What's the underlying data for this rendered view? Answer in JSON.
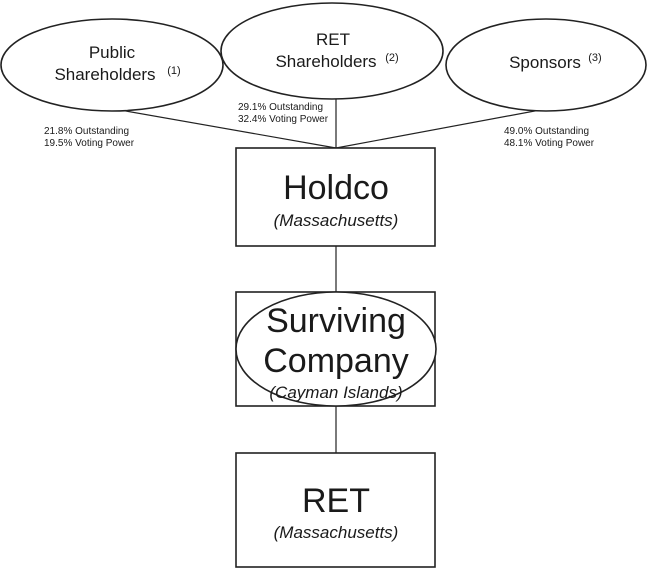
{
  "shareholders": {
    "public": {
      "line1": "Public",
      "line2": "Shareholders",
      "note": "(1)",
      "outstanding": "21.8% Outstanding",
      "voting": "19.5% Voting Power"
    },
    "ret": {
      "line1": "RET",
      "line2": "Shareholders",
      "note": "(2)",
      "outstanding": "29.1% Outstanding",
      "voting": "32.4% Voting Power"
    },
    "sponsors": {
      "line1": "Sponsors",
      "note": "(3)",
      "outstanding": "49.0% Outstanding",
      "voting": "48.1% Voting Power"
    }
  },
  "holdco": {
    "name": "Holdco",
    "jurisdiction": "(Massachusetts)"
  },
  "surviving": {
    "line1": "Surviving",
    "line2": "Company",
    "jurisdiction": "(Cayman Islands)"
  },
  "ret_entity": {
    "name": "RET",
    "jurisdiction": "(Massachusetts)"
  }
}
